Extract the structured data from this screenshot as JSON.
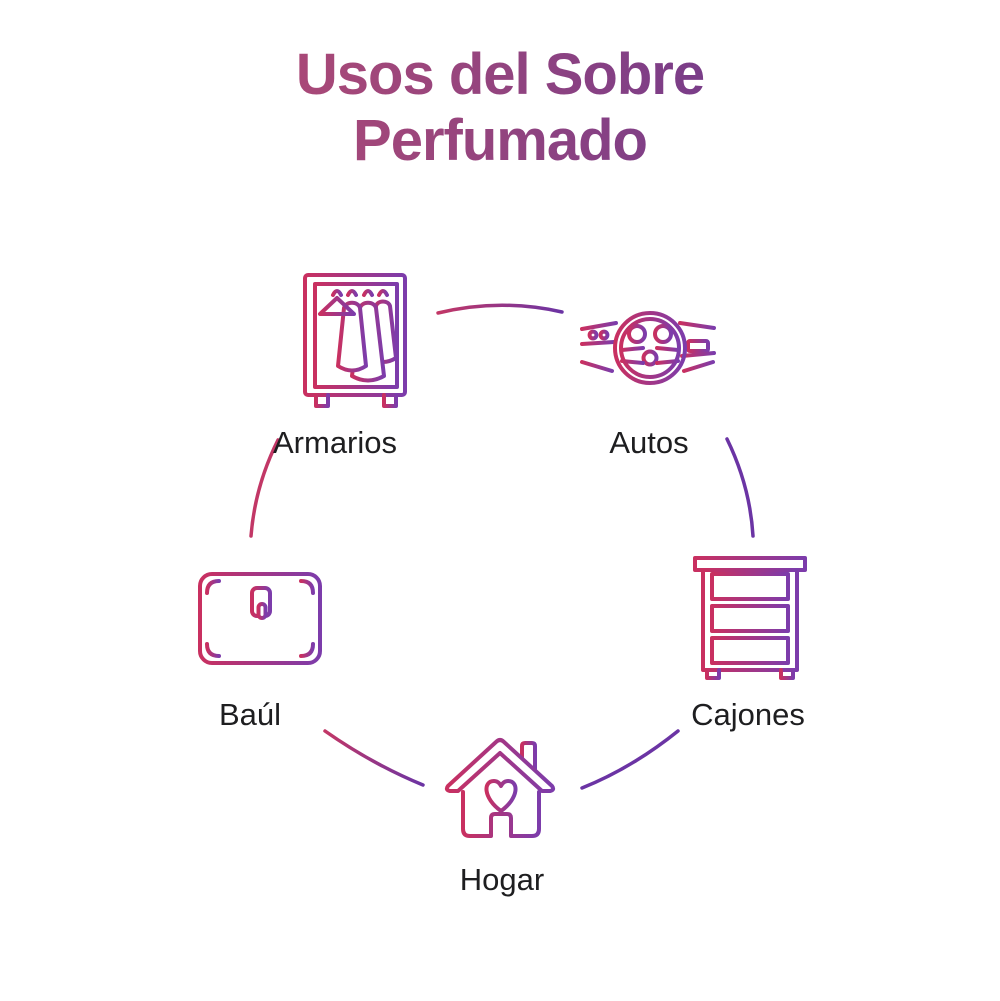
{
  "title": {
    "line1": "Usos del Sobre",
    "line2": "Perfumado"
  },
  "items": [
    {
      "label": "Armarios",
      "icon": "wardrobe-icon"
    },
    {
      "label": "Autos",
      "icon": "steering-wheel-icon"
    },
    {
      "label": "Cajones",
      "icon": "drawers-icon"
    },
    {
      "label": "Baúl",
      "icon": "trunk-icon"
    },
    {
      "label": "Hogar",
      "icon": "house-icon"
    }
  ],
  "colors": {
    "background": "#FFFFFF",
    "title_gradient_start": "#C24E6E",
    "title_gradient_mid": "#93447F",
    "title_gradient_end": "#5C3493",
    "icon_gradient_start": "#C93060",
    "icon_gradient_end": "#7C3CAB",
    "connector_pink": "#C23766",
    "connector_purple": "#6B34A4",
    "label_color": "#1E1E20"
  }
}
